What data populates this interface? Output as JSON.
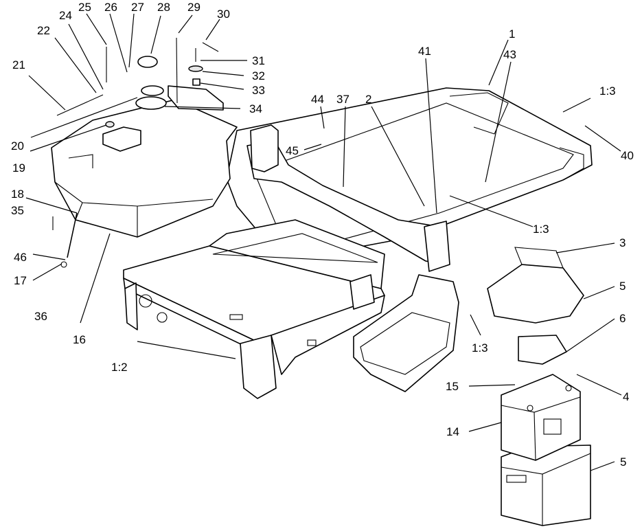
{
  "callouts": [
    {
      "id": "c21",
      "text": "21"
    },
    {
      "id": "c22",
      "text": "22"
    },
    {
      "id": "c24",
      "text": "24"
    },
    {
      "id": "c25",
      "text": "25"
    },
    {
      "id": "c26",
      "text": "26"
    },
    {
      "id": "c27",
      "text": "27"
    },
    {
      "id": "c28",
      "text": "28"
    },
    {
      "id": "c29",
      "text": "29"
    },
    {
      "id": "c30",
      "text": "30"
    },
    {
      "id": "c31",
      "text": "31"
    },
    {
      "id": "c32",
      "text": "32"
    },
    {
      "id": "c33",
      "text": "33"
    },
    {
      "id": "c34",
      "text": "34"
    },
    {
      "id": "c20",
      "text": "20"
    },
    {
      "id": "c19",
      "text": "19"
    },
    {
      "id": "c18",
      "text": "18"
    },
    {
      "id": "c35",
      "text": "35"
    },
    {
      "id": "c46",
      "text": "46"
    },
    {
      "id": "c17",
      "text": "17"
    },
    {
      "id": "c36",
      "text": "36"
    },
    {
      "id": "c16",
      "text": "16"
    },
    {
      "id": "c44",
      "text": "44"
    },
    {
      "id": "c45",
      "text": "45"
    },
    {
      "id": "c37",
      "text": "37"
    },
    {
      "id": "c2",
      "text": "2"
    },
    {
      "id": "c41",
      "text": "41"
    },
    {
      "id": "c1",
      "text": "1"
    },
    {
      "id": "c43",
      "text": "43"
    },
    {
      "id": "c13a",
      "text": "1:3"
    },
    {
      "id": "c40",
      "text": "40"
    },
    {
      "id": "c13b",
      "text": "1:3"
    },
    {
      "id": "c3",
      "text": "3"
    },
    {
      "id": "c5a",
      "text": "5"
    },
    {
      "id": "c6",
      "text": "6"
    },
    {
      "id": "c13c",
      "text": "1:3"
    },
    {
      "id": "c12",
      "text": "1:2"
    },
    {
      "id": "c15",
      "text": "15"
    },
    {
      "id": "c4",
      "text": "4"
    },
    {
      "id": "c14",
      "text": "14"
    },
    {
      "id": "c5b",
      "text": "5"
    }
  ]
}
